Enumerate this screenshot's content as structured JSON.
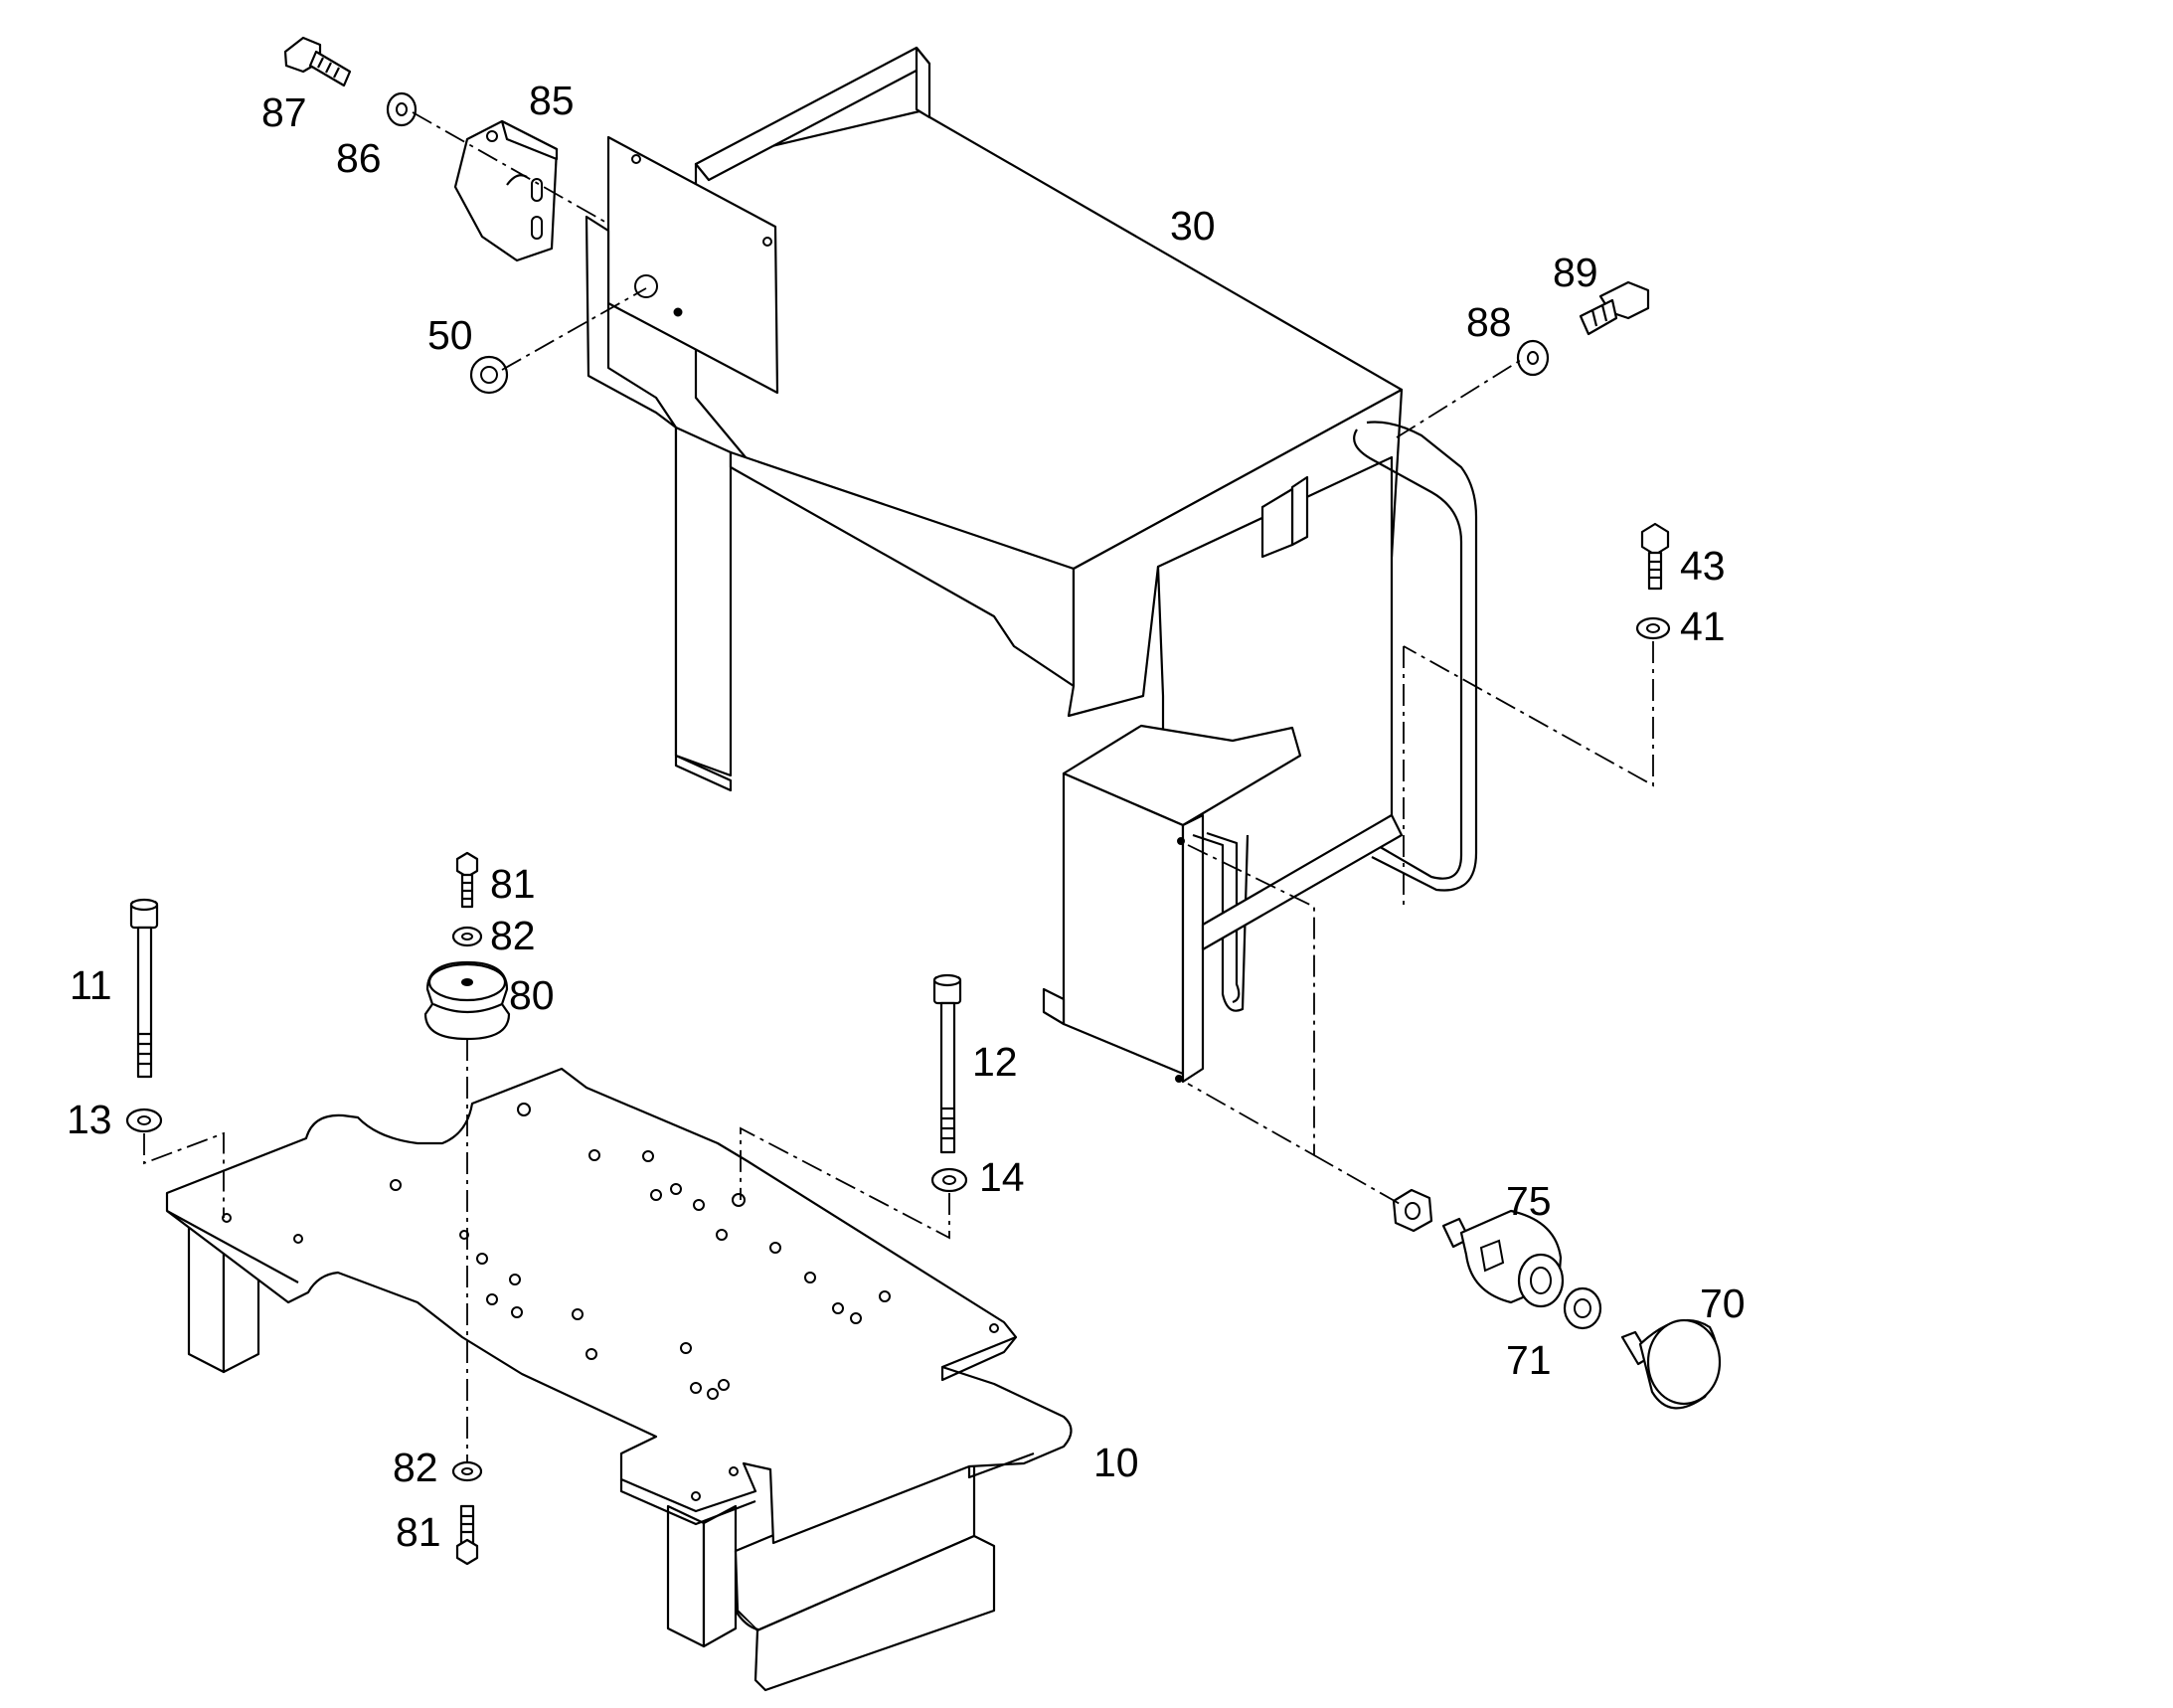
{
  "labels": {
    "p87": "87",
    "p86": "86",
    "p85": "85",
    "p30": "30",
    "p89": "89",
    "p88": "88",
    "p50": "50",
    "p43": "43",
    "p41": "41",
    "p81a": "81",
    "p82a": "82",
    "p80": "80",
    "p11": "11",
    "p12": "12",
    "p13": "13",
    "p14": "14",
    "p75": "75",
    "p70": "70",
    "p71": "71",
    "p10": "10",
    "p82b": "82",
    "p81b": "81"
  }
}
